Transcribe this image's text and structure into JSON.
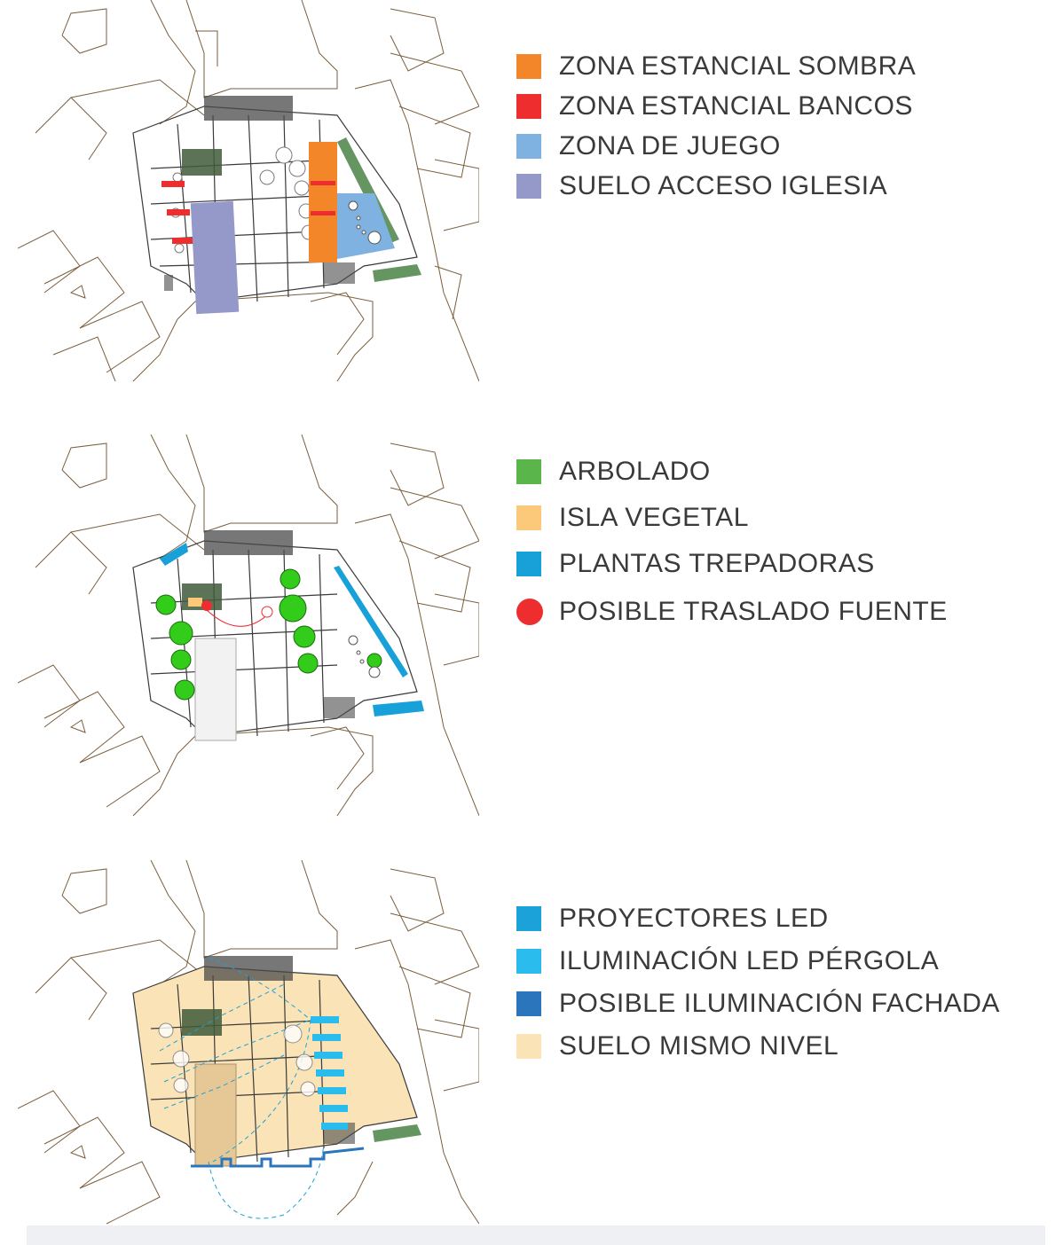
{
  "panels": [
    {
      "legend": [
        {
          "label": "ZONA ESTANCIAL SOMBRA",
          "color": "#f4862a",
          "shape": "square"
        },
        {
          "label": "ZONA ESTANCIAL BANCOS",
          "color": "#ee2d2f",
          "shape": "square"
        },
        {
          "label": "ZONA DE JUEGO",
          "color": "#7fb2e0",
          "shape": "square"
        },
        {
          "label": "SUELO ACCESO IGLESIA",
          "color": "#9499c9",
          "shape": "square"
        }
      ]
    },
    {
      "legend": [
        {
          "label": "ARBOLADO",
          "color": "#5ab54a",
          "shape": "square"
        },
        {
          "label": "ISLA VEGETAL",
          "color": "#fcc97a",
          "shape": "square"
        },
        {
          "label": "PLANTAS TREPADORAS",
          "color": "#18a0d8",
          "shape": "square"
        },
        {
          "label": "POSIBLE TRASLADO FUENTE",
          "color": "#ee2d2f",
          "shape": "circle"
        }
      ]
    },
    {
      "legend": [
        {
          "label": "PROYECTORES LED",
          "color": "#1aa2d9",
          "shape": "square"
        },
        {
          "label": "ILUMINACIÓN LED PÉRGOLA",
          "color": "#2bbcee",
          "shape": "square"
        },
        {
          "label": "POSIBLE ILUMINACIÓN FACHADA",
          "color": "#2a75bb",
          "shape": "square"
        },
        {
          "label": "SUELO MISMO NIVEL",
          "color": "#fae3b6",
          "shape": "square"
        }
      ]
    }
  ]
}
